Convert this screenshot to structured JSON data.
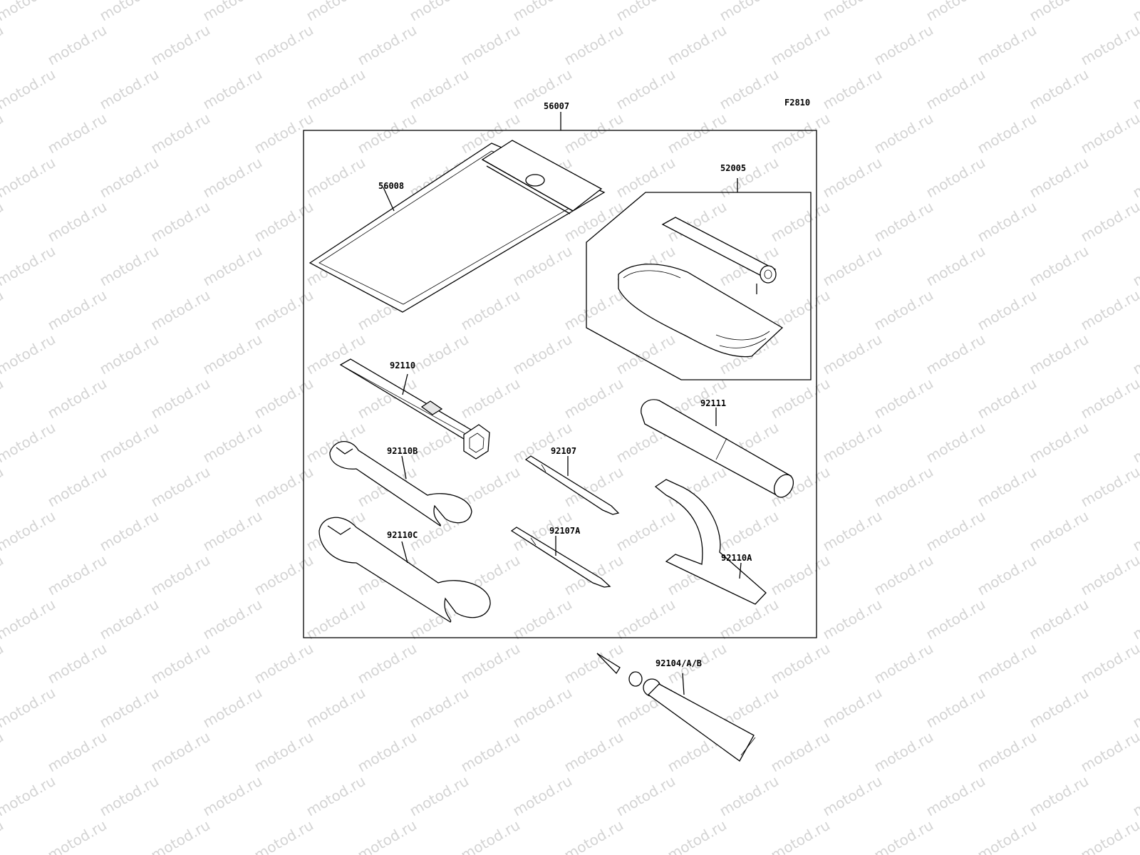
{
  "watermark": "motod.ru",
  "figure_code": "F2810",
  "parts": {
    "kit": "56007",
    "tool_bag": "56008",
    "pump_kit": "52005",
    "box_wrench": "92110",
    "wrench_b": "92110B",
    "wrench_c": "92110C",
    "screwdriver": "92107",
    "screwdriver_a": "92107A",
    "handle": "92111",
    "hook_wrench": "92110A",
    "grease_tube": "92104/A/B"
  }
}
